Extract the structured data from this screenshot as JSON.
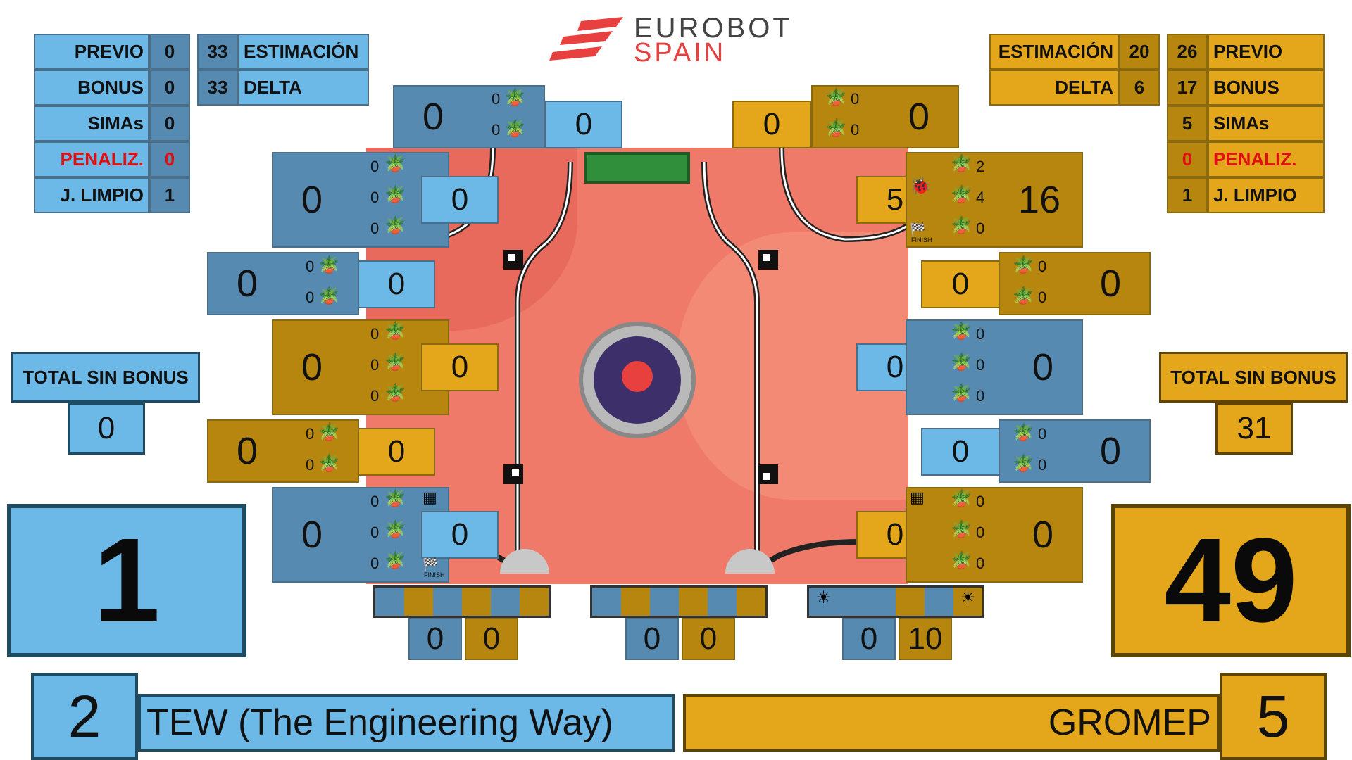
{
  "logo": {
    "line1": "EUROBOT",
    "line2": "SPAIN"
  },
  "blue": {
    "stats": {
      "previo_label": "PREVIO",
      "previo": "0",
      "bonus_label": "BONUS",
      "bonus": "0",
      "simas_label": "SIMAs",
      "simas": "0",
      "penaliz_label": "PENALIZ.",
      "penaliz": "0",
      "limpio_label": "J. LIMPIO",
      "limpio": "1",
      "estimacion_label": "ESTIMACIÓN",
      "estimacion": "33",
      "delta_label": "DELTA",
      "delta": "33"
    },
    "total_sin_bonus_label": "TOTAL SIN BONUS",
    "total_sin_bonus": "0",
    "big_score": "1",
    "team_number": "2",
    "team_name": "TEW (The Engineering Way)"
  },
  "yellow": {
    "stats": {
      "estimacion_label": "ESTIMACIÓN",
      "estimacion": "20",
      "delta_label": "DELTA",
      "delta": "6",
      "previo_label": "PREVIO",
      "previo": "26",
      "bonus_label": "BONUS",
      "bonus": "17",
      "simas_label": "SIMAs",
      "simas": "5",
      "penaliz_label": "PENALIZ.",
      "penaliz": "0",
      "limpio_label": "J. LIMPIO",
      "limpio": "1"
    },
    "total_sin_bonus_label": "TOTAL SIN BONUS",
    "total_sin_bonus": "31",
    "big_score": "49",
    "team_number": "5",
    "team_name": "GROMEP"
  },
  "zones": {
    "top_blue": {
      "score": "0",
      "sub": "0",
      "c1": "0",
      "c2": "0"
    },
    "top_yellow": {
      "score": "0",
      "sub": "0",
      "c1": "0",
      "c2": "0"
    },
    "l1": {
      "score": "0",
      "sub": "0",
      "c1": "0",
      "c2": "0",
      "c3": "0"
    },
    "l2": {
      "score": "0",
      "sub": "0",
      "c1": "0",
      "c2": "0"
    },
    "l3": {
      "score": "0",
      "sub": "0",
      "c1": "0",
      "c2": "0",
      "c3": "0"
    },
    "l4": {
      "score": "0",
      "sub": "0",
      "c1": "0",
      "c2": "0"
    },
    "l5": {
      "score": "0",
      "sub": "0",
      "c1": "0",
      "c2": "0",
      "c3": "0",
      "finish": "FINISH"
    },
    "r1": {
      "score": "16",
      "sub": "5",
      "c1": "2",
      "c2": "4",
      "c3": "0",
      "finish": "FINISH"
    },
    "r2": {
      "score": "0",
      "sub": "0",
      "c1": "0",
      "c2": "0"
    },
    "r3": {
      "score": "0",
      "sub": "0",
      "c1": "0",
      "c2": "0",
      "c3": "0"
    },
    "r4": {
      "score": "0",
      "sub": "0",
      "c1": "0",
      "c2": "0"
    },
    "r5": {
      "score": "0",
      "sub": "0",
      "c1": "0",
      "c2": "0",
      "c3": "0"
    }
  },
  "panels": {
    "p1": {
      "blue": "0",
      "yellow": "0"
    },
    "p2": {
      "blue": "0",
      "yellow": "0"
    },
    "p3": {
      "blue": "0",
      "yellow": "10"
    }
  },
  "colors": {
    "blue_light": "#6cb8e6",
    "blue_dark": "#578ab0",
    "yellow_light": "#e4a61b",
    "yellow_dark": "#b6860f",
    "field": "#f07a6a"
  }
}
